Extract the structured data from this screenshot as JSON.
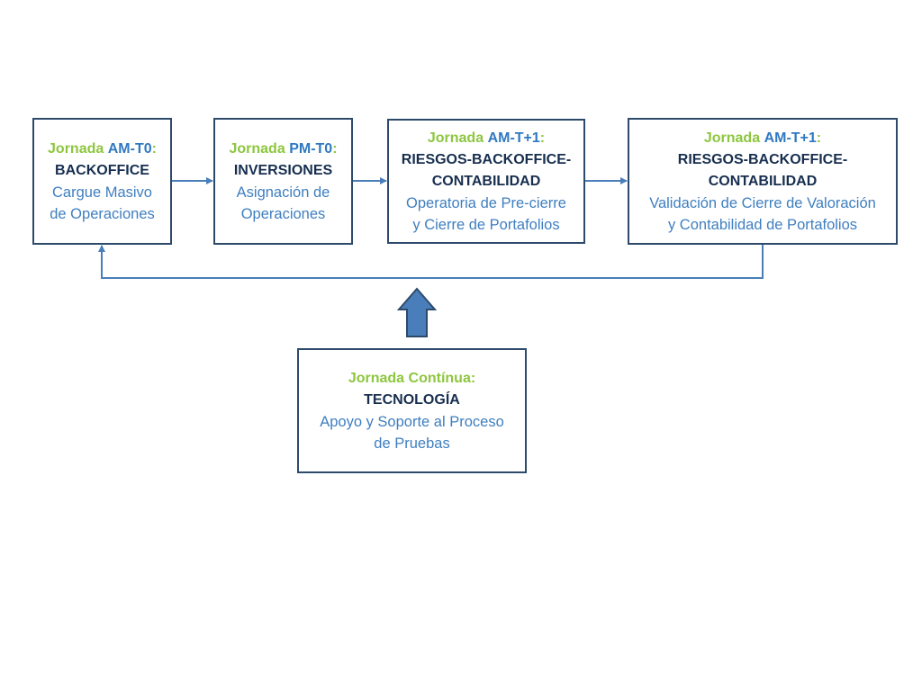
{
  "colors": {
    "border": "#2e4a6b",
    "connector": "#4a7ebb",
    "label_green": "#8dc63f",
    "label_blue": "#2f79c1",
    "team_dark": "#172e4f",
    "description": "#3f7fc0",
    "up_arrow_fill": "#4a7ebb"
  },
  "boxes": [
    {
      "label_prefix": "Jornada",
      "label_code": "AM-T0",
      "label_suffix": ":",
      "team_lines": [
        "BACKOFFICE"
      ],
      "description_lines": [
        "Cargue Masivo",
        "de Operaciones"
      ]
    },
    {
      "label_prefix": "Jornada",
      "label_code": "PM-T0",
      "label_suffix": ":",
      "team_lines": [
        "INVERSIONES"
      ],
      "description_lines": [
        "Asignación de",
        "Operaciones"
      ]
    },
    {
      "label_prefix": "Jornada",
      "label_code": "AM-T+1",
      "label_suffix": ":",
      "team_lines": [
        "RIESGOS-BACKOFFICE-",
        "CONTABILIDAD"
      ],
      "description_lines": [
        "Operatoria de Pre-cierre",
        "y Cierre de Portafolios"
      ]
    },
    {
      "label_prefix": "Jornada",
      "label_code": "AM-T+1",
      "label_suffix": ":",
      "team_lines": [
        "RIESGOS-BACKOFFICE-",
        "CONTABILIDAD"
      ],
      "description_lines": [
        "Validación de Cierre de Valoración",
        "y Contabilidad de Portafolios"
      ]
    },
    {
      "label_prefix": "Jornada Contínua:",
      "team_lines": [
        "TECNOLOGÍA"
      ],
      "description_lines": [
        "Apoyo y Soporte al Proceso",
        "de Pruebas"
      ]
    }
  ]
}
